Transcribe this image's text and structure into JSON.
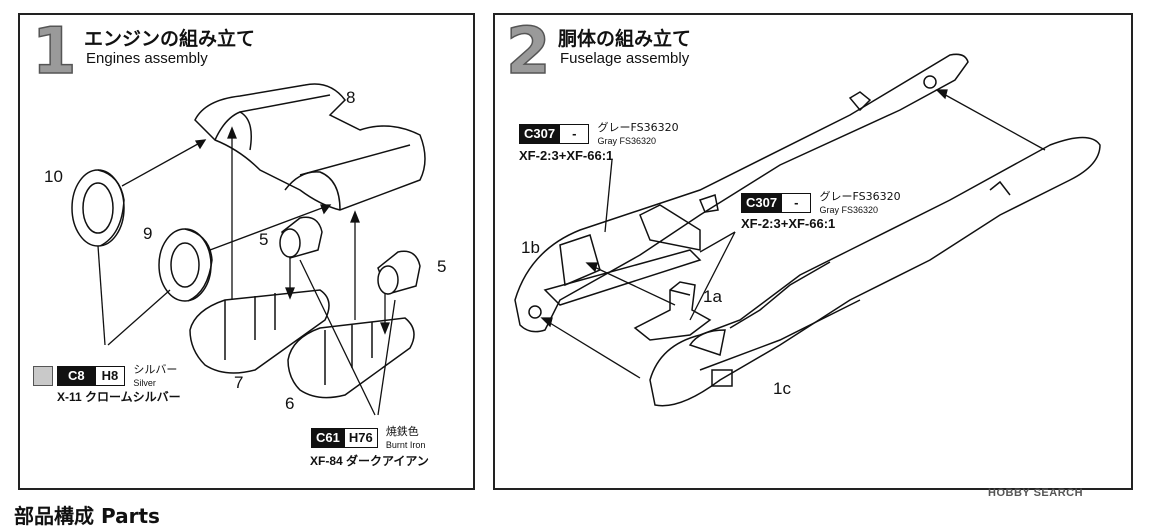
{
  "step1": {
    "number": "1",
    "title_ja": "エンジンの組み立て",
    "title_en": "Engines assembly",
    "parts": [
      "8",
      "10",
      "9",
      "5",
      "5",
      "7",
      "6"
    ],
    "color_silver": {
      "code": "C8",
      "code2": "H8",
      "name_ja": "シルバー",
      "name_en": "Silver",
      "mix": "X-11 クロームシルバー"
    },
    "color_iron": {
      "code": "C61",
      "code2": "H76",
      "name_ja": "焼鉄色",
      "name_en": "Burnt Iron",
      "mix": "XF-84 ダークアイアン"
    }
  },
  "step2": {
    "number": "2",
    "title_ja": "胴体の組み立て",
    "title_en": "Fuselage assembly",
    "parts": [
      "1b",
      "1a",
      "1c"
    ],
    "color_gray_1": {
      "code": "C307",
      "code2": "-",
      "name_ja": "グレーFS36320",
      "name_en": "Gray FS36320",
      "mix": "XF-2:3+XF-66:1"
    },
    "color_gray_2": {
      "code": "C307",
      "code2": "-",
      "name_ja": "グレーFS36320",
      "name_en": "Gray FS36320",
      "mix": "XF-2:3+XF-66:1"
    }
  },
  "watermark": "HOBBY SEARCH",
  "footer_text": "部品構成 Parts"
}
